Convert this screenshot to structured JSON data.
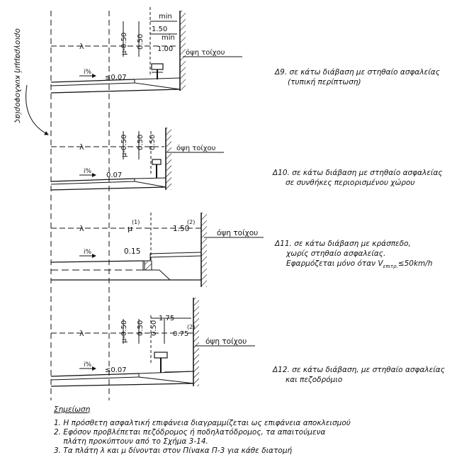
{
  "side_label": "οριογραμμή κυκλοφορίας",
  "panels": [
    {
      "id": "D9",
      "lambda": "λ",
      "mu": "μ-0.50",
      "v050": "0.50",
      "min_top": "min",
      "dim_150": "1.50",
      "min_mid": "min",
      "dim_100": "1.00",
      "wall": "όψη τοίχου",
      "slope_symbol": "i%",
      "slope_val": "≤0.07",
      "caption_line1": "Δ9. σε κάτω διάβαση με στηθαίο ασφαλείας",
      "caption_line2": "(τυπική περίπτωση)"
    },
    {
      "id": "D10",
      "lambda": "λ",
      "mu": "μ-0.50",
      "v050a": "0.50",
      "v050b": "0.50",
      "wall": "όψη τοίχου",
      "slope_symbol": "i%",
      "slope_val": "0.07",
      "caption_line1": "Δ10. σε κάτω διάβαση με στηθαίο ασφαλείας",
      "caption_line2": "σε συνθήκες περιορισμένου χώρου"
    },
    {
      "id": "D11",
      "lambda": "λ",
      "mu": "μ",
      "mu_note": "(1)",
      "dim_150": "1.50",
      "dim_note": "(2)",
      "wall": "όψη τοίχου",
      "slope_symbol": "i%",
      "curb": "0.15",
      "caption_line1": "Δ11. σε κάτω διάβαση με κράσπεδο,",
      "caption_line2": "χωρίς στηθαίο ασφαλείας.",
      "caption_line3a": "Εφαρμόζεται μόνο όταν V",
      "caption_line3b": "επιτρ.",
      "caption_line3c": "≤50km/h"
    },
    {
      "id": "D12",
      "lambda": "λ",
      "mu": "μ-0.50",
      "v050a": "0.50",
      "v050b": "0.50",
      "dim_175": "1.75",
      "dim_075": "0.75",
      "dim_note": "(2)",
      "wall": "όψη τοίχου",
      "slope_symbol": "i%",
      "slope_val": "≤0.07",
      "caption_line1": "Δ12. σε κάτω διάβαση, με στηθαίο ασφαλείας",
      "caption_line2": "και πεζοδρόμιο"
    }
  ],
  "notes": {
    "title": "Σημείωση",
    "items": [
      "1. Η πρόσθετη ασφαλτική επιφάνεια διαγραμμίζεται ως επιφάνεια αποκλεισμού",
      "2. Εφόσον προβλέπεται πεζόδρομος ή ποδηλατόδρομος, τα απαιτούμενα",
      "    πλάτη προκύπτουν από το Σχήμα 3-14.",
      "3. Τα πλάτη λ και μ δίνονται στον Πίνακα Π-3 για κάθε διατομή"
    ]
  }
}
